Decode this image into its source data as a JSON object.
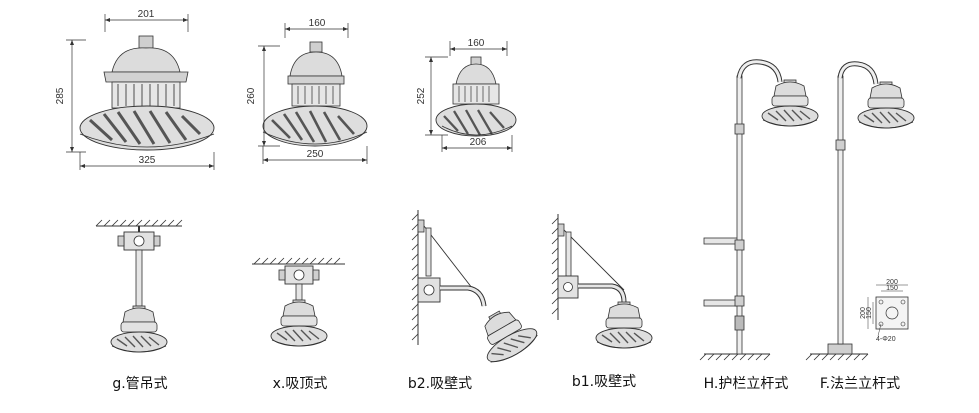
{
  "top_row": {
    "lamp1": {
      "width_top": "201",
      "height": "285",
      "width_bottom": "325"
    },
    "lamp2": {
      "width_top": "160",
      "height": "260",
      "width_bottom": "250"
    },
    "lamp3": {
      "width_top": "160",
      "height": "252",
      "width_bottom": "206"
    }
  },
  "captions": {
    "g": "g.管吊式",
    "x": "x.吸顶式",
    "b2": "b2.吸壁式",
    "b1": "b1.吸壁式",
    "h": "H.护栏立杆式",
    "f": "F.法兰立杆式"
  },
  "flange": {
    "outer": "200",
    "inner": "150",
    "side_outer": "200",
    "side_inner": "150",
    "holes": "4-Φ20"
  },
  "colors": {
    "line": "#333333",
    "fill": "#e6e6e6",
    "dark": "#555555"
  }
}
